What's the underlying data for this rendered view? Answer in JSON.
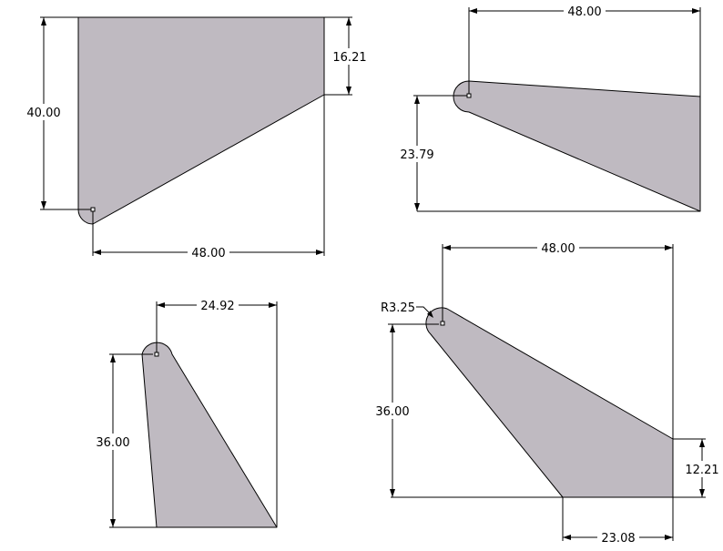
{
  "views": {
    "top_left": {
      "height_dim": "40.00",
      "right_edge_dim": "16.21",
      "width_dim": "48.00"
    },
    "top_right": {
      "width_dim": "48.00",
      "height_dim": "23.79"
    },
    "bottom_left": {
      "width_dim": "24.92",
      "height_dim": "36.00"
    },
    "bottom_right": {
      "width_dim": "48.00",
      "radius_dim": "R3.25",
      "height_dim": "36.00",
      "right_edge_dim": "12.21",
      "bottom_edge_dim": "23.08"
    }
  },
  "colors": {
    "part_fill": "#bfbac1",
    "line": "#000000",
    "background": "#ffffff"
  }
}
